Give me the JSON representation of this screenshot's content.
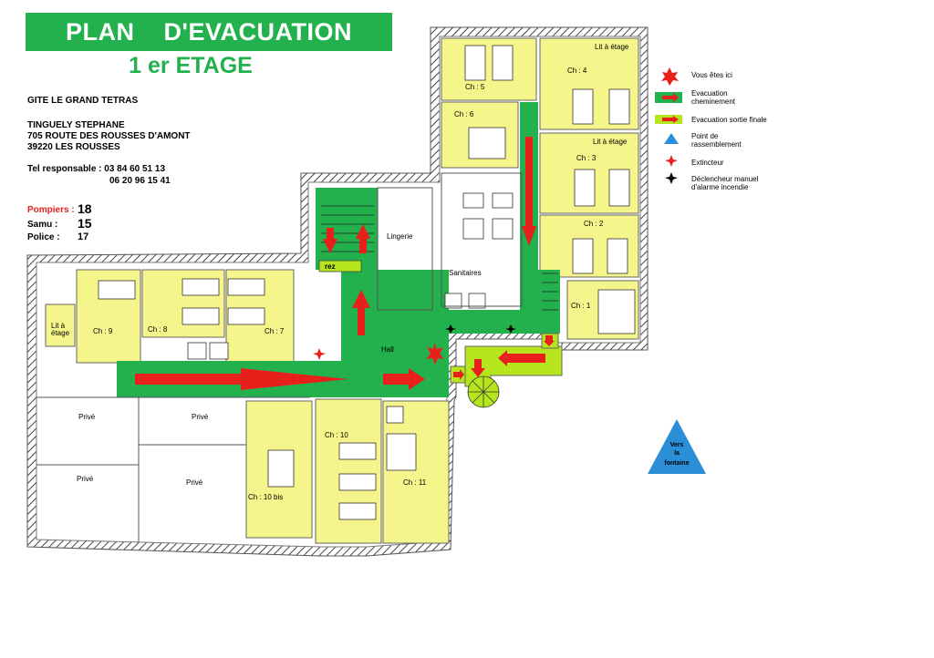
{
  "header": {
    "title": "PLAN    D'EVACUATION",
    "floor": "1 er  ETAGE"
  },
  "contact": {
    "gite_name": "GITE  LE GRAND TETRAS",
    "owner": "TINGUELY STEPHANE",
    "address_line1": "705 ROUTE DES ROUSSES D'AMONT",
    "address_line2": "39220 LES ROUSSES",
    "tel_label": "Tel responsable : 03 84 60 51 13",
    "tel_second": "06 20 96 15 41"
  },
  "emergency": [
    {
      "label": "Pompiers :",
      "number": "18",
      "color": "#e02020"
    },
    {
      "label": "Samu  :",
      "number": "15",
      "color": "#000000"
    },
    {
      "label": "Police :",
      "number": "17",
      "color": "#000000"
    }
  ],
  "rooms": {
    "ch5": "Ch : 5",
    "ch4": "Ch : 4",
    "ch6": "Ch : 6",
    "ch3": "Ch : 3",
    "ch2": "Ch : 2",
    "ch1": "Ch : 1",
    "ch9": "Ch : 9",
    "ch8": "Ch : 8",
    "ch7": "Ch : 7",
    "ch10": "Ch : 10",
    "ch10bis": "Ch : 10 bis",
    "ch11": "Ch : 11",
    "lingerie": "Lingerie",
    "sanitaires": "Sanitaires",
    "hall": "Hall",
    "rez": "rez",
    "prive1": "Privé",
    "prive2": "Privé",
    "prive3": "Privé",
    "prive4": "Privé",
    "lit_etage_1": "Lit à étage",
    "lit_etage_2": "Lit à étage",
    "lit_etage_3a": "Lit à",
    "lit_etage_3b": "étage"
  },
  "legend": {
    "you_are_here": "Vous êtes ici",
    "evac_path_1": "Evacuation",
    "evac_path_2": "cheminement",
    "evac_final": "Evacuation sortie finale",
    "assembly_1": "Point de",
    "assembly_2": "rassemblement",
    "extinguisher": "Extincteur",
    "alarm_1": "Déclencheur manuel",
    "alarm_2": "d'alarme incendie"
  },
  "assembly_point": {
    "line1": "Vers",
    "line2": "la",
    "line3": "fontaine"
  },
  "colors": {
    "evac_green": "#22b14c",
    "final_green": "#b5e61d",
    "room_yellow": "#f5f58c",
    "arrow_red": "#e8201c",
    "assembly_blue": "#2b8fd8"
  }
}
